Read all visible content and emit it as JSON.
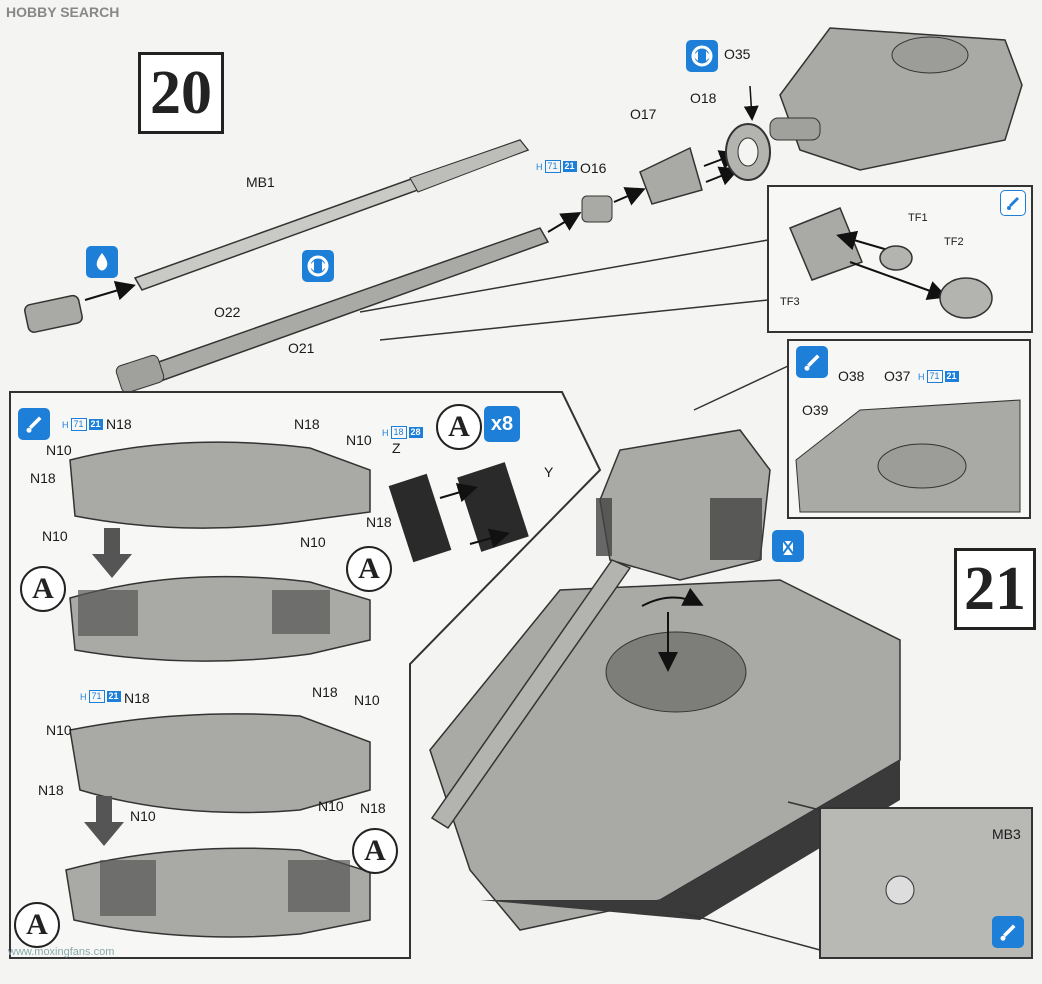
{
  "header": {
    "brand": "HOBBY SEARCH"
  },
  "steps": {
    "s20": "20",
    "s21": "21"
  },
  "callout_letter": "A",
  "multiplier": "x8",
  "hcodes": [
    {
      "a": "H",
      "b": "71",
      "c": "21"
    },
    {
      "a": "H",
      "b": "18",
      "c": "28"
    }
  ],
  "labels": {
    "MB1": "MB1",
    "O22": "O22",
    "O21": "O21",
    "O16": "O16",
    "O17": "O17",
    "O18": "O18",
    "O35": "O35",
    "TF1": "TF1",
    "TF2": "TF2",
    "TF3": "TF3",
    "O38": "O38",
    "O37": "O37",
    "O39": "O39",
    "N18": "N18",
    "N10": "N10",
    "Z": "Z",
    "Y": "Y",
    "MB3": "MB3"
  },
  "watermark": "www.moxingfans.com",
  "icons": [
    "glue-drop-icon",
    "rotate-both-ways-icon",
    "paint-brush-icon",
    "no-glue-icon",
    "rotate-arrow-icon"
  ],
  "colors": {
    "accent": "#1e7fd8",
    "part": "#a9a9a6",
    "outline": "#333333"
  }
}
